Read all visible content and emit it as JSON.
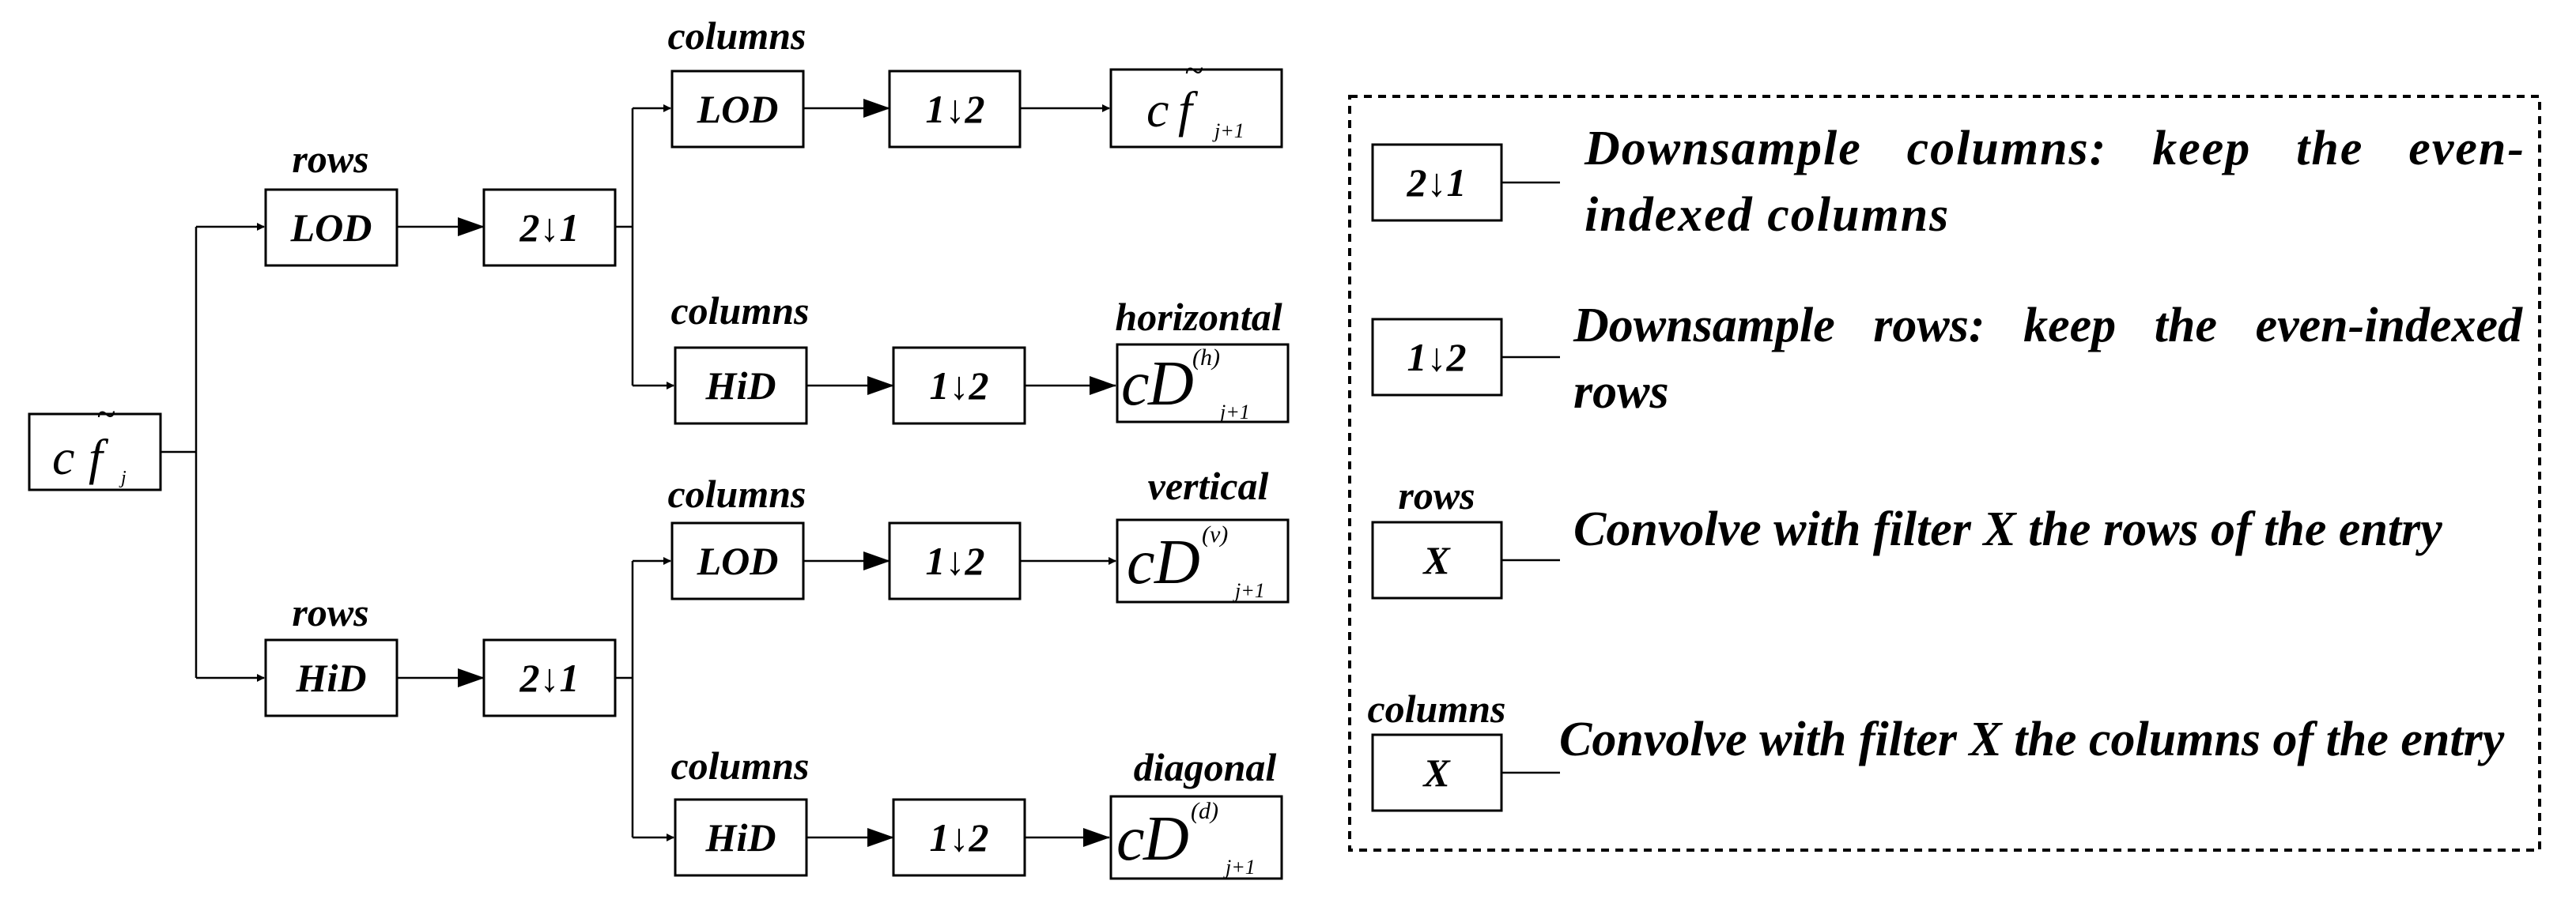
{
  "diagram": {
    "input": {
      "c": "c",
      "f": "f",
      "sub": "j"
    },
    "branch_top": {
      "caption": "rows",
      "filter": "LOD",
      "down": "2↓1"
    },
    "branch_bottom": {
      "caption": "rows",
      "filter": "HiD",
      "down": "2↓1"
    },
    "stage2": {
      "a": {
        "caption": "columns",
        "filter": "LOD",
        "down": "1↓2"
      },
      "b": {
        "caption": "columns",
        "filter": "HiD",
        "down": "1↓2"
      },
      "c": {
        "caption": "columns",
        "filter": "LOD",
        "down": "1↓2"
      },
      "d": {
        "caption": "columns",
        "filter": "HiD",
        "down": "1↓2"
      }
    },
    "outputs": {
      "approx": {
        "c": "c",
        "f": "f",
        "sub": "j+1"
      },
      "horizontal": {
        "caption": "horizontal",
        "c": "c",
        "D": "D",
        "sup": "(h)",
        "sub": "j+1"
      },
      "vertical": {
        "caption": "vertical",
        "c": "c",
        "D": "D",
        "sup": "(v)",
        "sub": "j+1"
      },
      "diagonal": {
        "caption": "diagonal",
        "c": "c",
        "D": "D",
        "sup": "(d)",
        "sub": "j+1"
      }
    }
  },
  "legend": {
    "items": [
      {
        "symbol": "2↓1",
        "caption": "",
        "text": "Downsample columns: keep the even-indexed columns"
      },
      {
        "symbol": "1↓2",
        "caption": "",
        "text": "Downsample rows: keep the even-indexed rows"
      },
      {
        "symbol": "X",
        "caption": "rows",
        "text": "Convolve with filter X the rows of the entry"
      },
      {
        "symbol": "X",
        "caption": "columns",
        "text": "Convolve with filter X the columns of the entry"
      }
    ]
  }
}
